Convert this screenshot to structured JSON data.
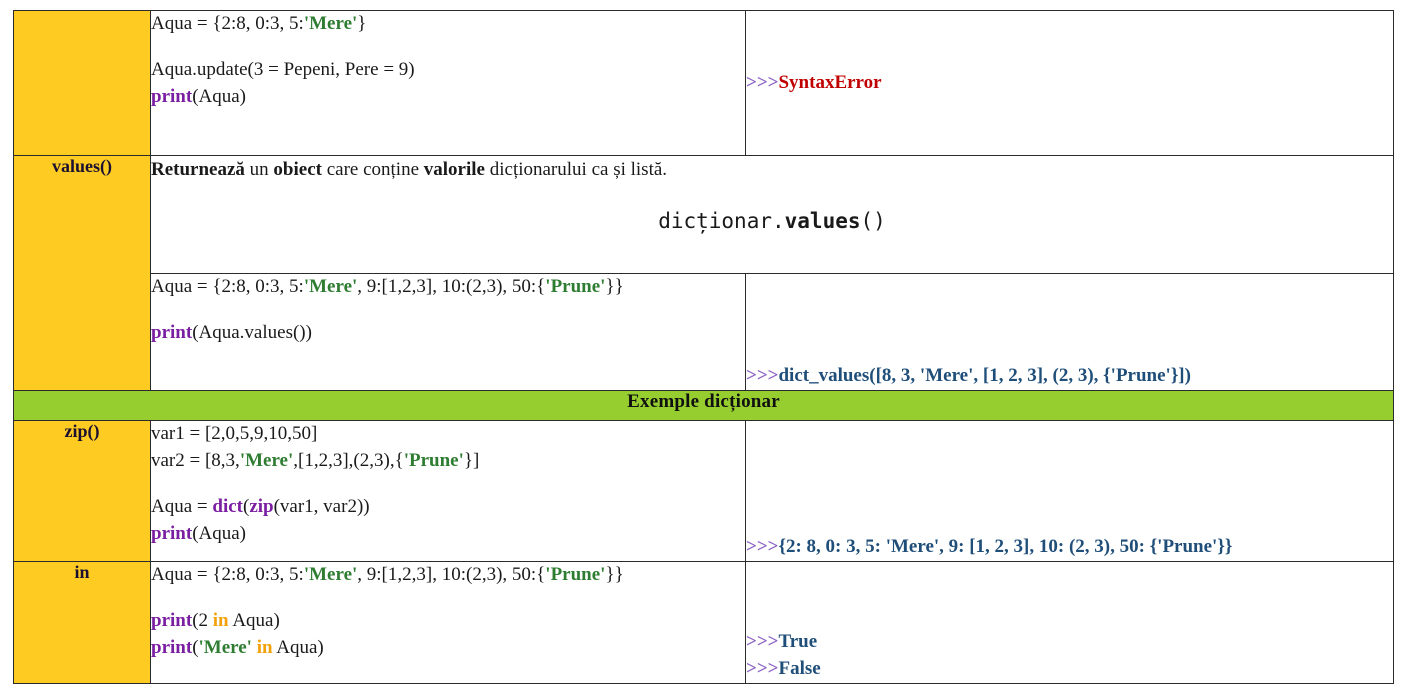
{
  "colors": {
    "name_bg": "#FDCB22",
    "banner_bg": "#97CE2F",
    "keyword": "#7B1FA2",
    "keyword_in": "#F2A10A",
    "string": "#2E7D32",
    "prompt": "#8C62C4",
    "output": "#1F4E79",
    "error": "#C00000",
    "border": "#2B2B2B"
  },
  "rows": [
    {
      "name": "",
      "code": {
        "l1_a": "Aqua = {2:8, 0:3, 5:",
        "l1_str": "'Mere'",
        "l1_b": "}",
        "l3": "Aqua.update(3 = Pepeni, Pere = 9)",
        "l4_kw": "print",
        "l4_rest": "(Aqua)"
      },
      "output": {
        "prompt": ">>>",
        "text": "SyntaxError"
      }
    },
    {
      "name": "values()",
      "description": {
        "b1": "Returnează",
        "t1": " un ",
        "b2": "obiect",
        "t2": " care conține ",
        "b3": "valorile",
        "t3": " dicționarului ca și listă.",
        "signature_pre": "dicționar.",
        "signature_bold": "values",
        "signature_post": "()"
      },
      "code": {
        "l1_a": "Aqua = {2:8, 0:3, 5:",
        "l1_str1": "'Mere'",
        "l1_b": ", 9:[1,2,3], 10:(2,3), 50:{",
        "l1_str2": "'Prune'",
        "l1_c": "}}",
        "l3_kw": "print",
        "l3_rest": "(Aqua.values())"
      },
      "output": {
        "prompt": ">>>",
        "text": "dict_values([8, 3, 'Mere', [1, 2, 3], (2, 3), {'Prune'}])"
      }
    },
    {
      "name": "zip()",
      "code": {
        "l1": "var1 = [2,0,5,9,10,50]",
        "l2_a": "var2 = [8,3,",
        "l2_str1": "'Mere'",
        "l2_b": ",[1,2,3],(2,3),{",
        "l2_str2": "'Prune'",
        "l2_c": "}]",
        "l4_a": "Aqua = ",
        "l4_kw1": "dict",
        "l4_b": "(",
        "l4_kw2": "zip",
        "l4_c": "(var1, var2))",
        "l5_kw": "print",
        "l5_rest": "(Aqua)"
      },
      "output": {
        "prompt": ">>>",
        "text": "{2: 8, 0: 3, 5: 'Mere', 9: [1, 2, 3], 10: (2, 3), 50: {'Prune'}}"
      }
    },
    {
      "name": "in",
      "code": {
        "l1_a": "Aqua = {2:8, 0:3, 5:",
        "l1_str1": "'Mere'",
        "l1_b": ", 9:[1,2,3], 10:(2,3), 50:{",
        "l1_str2": "'Prune'",
        "l1_c": "}}",
        "l3_kw": "print",
        "l3_a": "(2 ",
        "l3_in": "in",
        "l3_b": " Aqua)",
        "l4_kw": "print",
        "l4_a": "(",
        "l4_str": "'Mere'",
        "l4_in": "in",
        "l4_b": " Aqua)"
      },
      "output": {
        "prompt1": ">>>",
        "text1": "True",
        "prompt2": ">>>",
        "text2": "False"
      }
    }
  ],
  "banner": {
    "label": "Exemple dicționar"
  }
}
